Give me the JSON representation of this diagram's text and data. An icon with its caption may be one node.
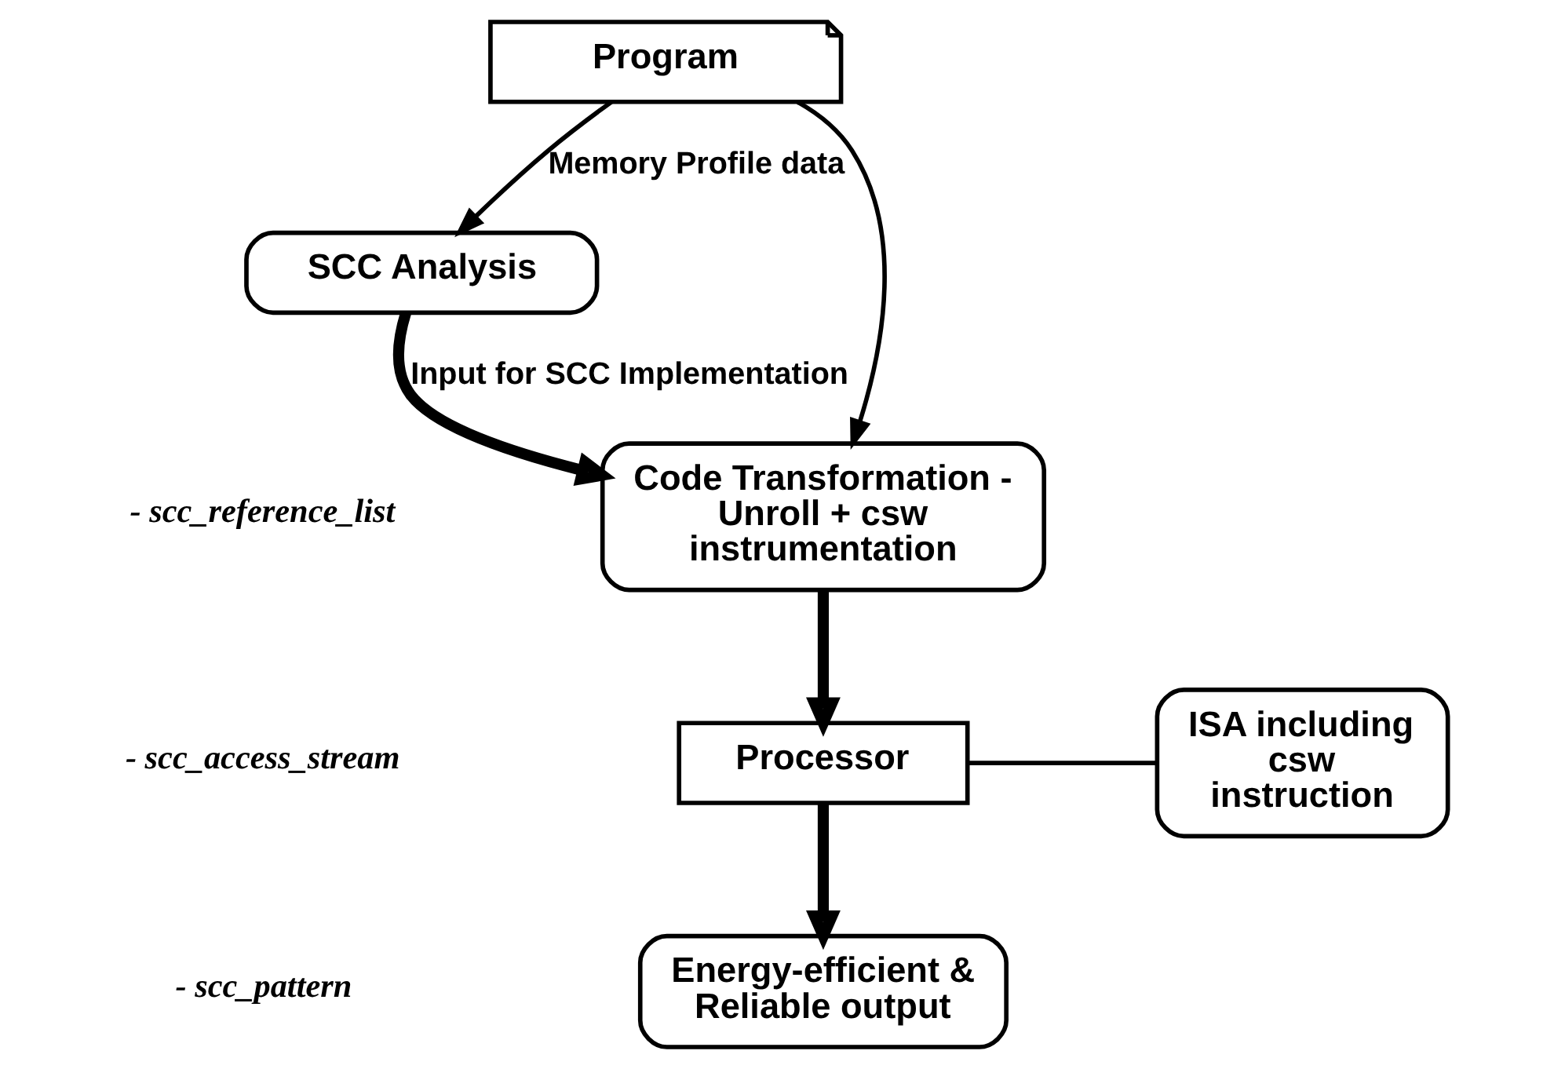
{
  "diagram": {
    "nodes": [
      {
        "text": [
          "Program"
        ]
      },
      {
        "text": [
          "SCC Analysis"
        ]
      },
      {
        "text": [
          "Code Transformation - Unroll + csw instrumentation"
        ]
      },
      {
        "text": [
          "Processor"
        ]
      },
      {
        "text": [
          "ISA including csw instruction"
        ]
      },
      {
        "text": [
          "Energy-efficient & Reliable output"
        ]
      }
    ],
    "edges": [
      {
        "from": 0,
        "to": 1,
        "arrow": "to",
        "label": "Memory Profile data"
      },
      {
        "from": 0,
        "to": 2,
        "arrow": "to"
      },
      {
        "from": 1,
        "to": 2,
        "arrow": "to",
        "style": "thick",
        "label": "Input for SCC Implementation"
      },
      {
        "from": 2,
        "to": 3,
        "arrow": "to",
        "style": "thick"
      },
      {
        "from": 4,
        "to": 3,
        "arrow": "none"
      },
      {
        "from": 3,
        "to": 5,
        "arrow": "to",
        "style": "thick"
      }
    ],
    "labels": [
      "- scc_reference_list",
      "- scc_access_stream",
      "- scc_pattern"
    ]
  }
}
